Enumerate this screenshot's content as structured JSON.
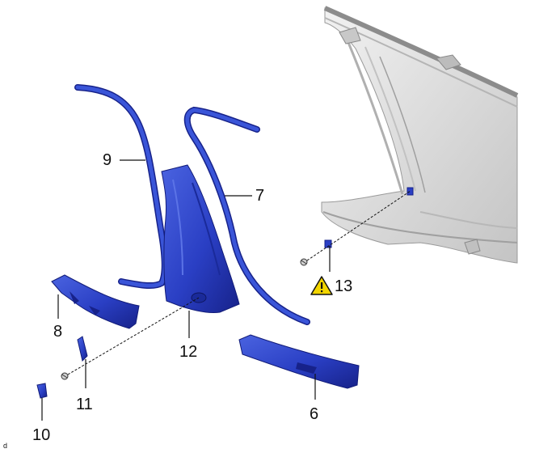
{
  "callouts": {
    "c6": "6",
    "c7": "7",
    "c8": "8",
    "c9": "9",
    "c10": "10",
    "c11": "11",
    "c12": "12",
    "c13": "13"
  },
  "corner_mark": "d",
  "colors": {
    "part_blue": "#2a3fc4",
    "part_blue_dark": "#1a2a9a",
    "part_blue_light": "#4a63e0",
    "body_gray": "#d8d8d8",
    "body_gray_dark": "#a9a9a9",
    "warning_yellow": "#f2d500"
  },
  "icons": {
    "warning": "warning-triangle-icon",
    "bolt": "bolt-icon",
    "clip": "clip-icon"
  }
}
